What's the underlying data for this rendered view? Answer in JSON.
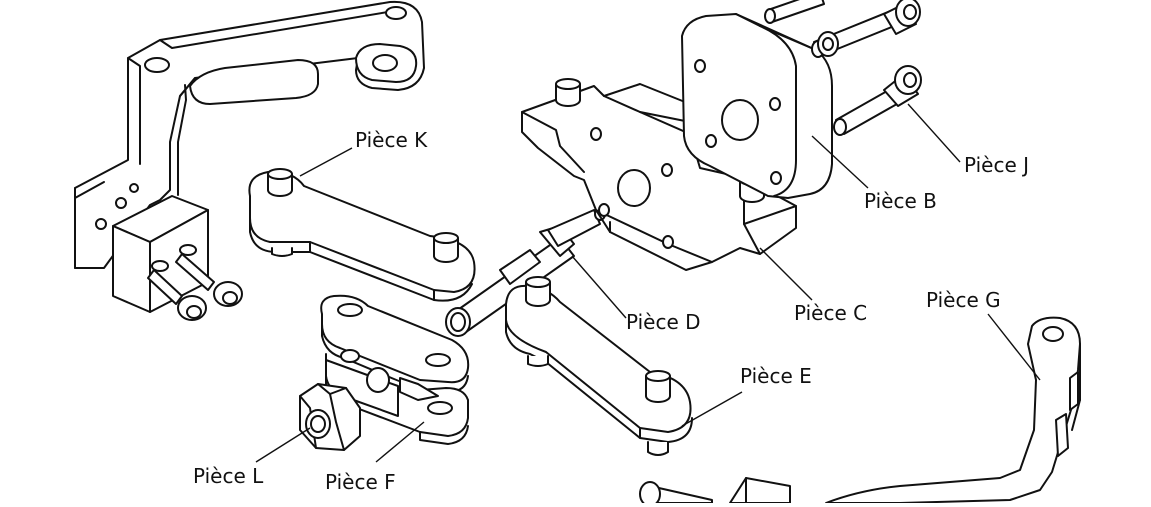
{
  "labels": {
    "piece_k": "Pièce K",
    "piece_j": "Pièce J",
    "piece_b": "Pièce B",
    "piece_c": "Pièce C",
    "piece_d": "Pièce D",
    "piece_g": "Pièce G",
    "piece_e": "Pièce E",
    "piece_l": "Pièce L",
    "piece_f": "Pièce F"
  },
  "colors": {
    "line": "#111111",
    "background": "#ffffff"
  }
}
